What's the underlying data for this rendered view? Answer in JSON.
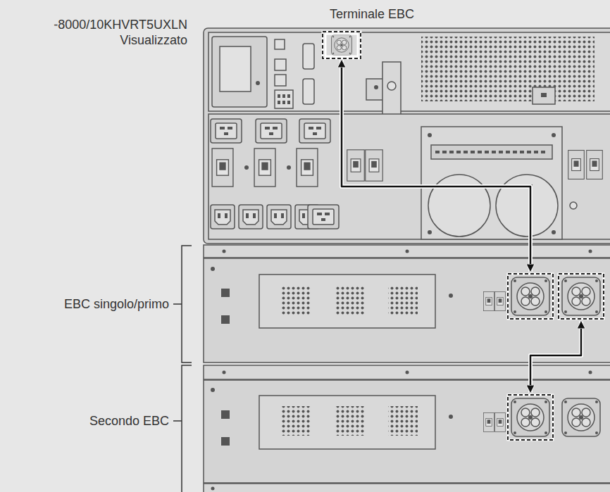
{
  "diagram": {
    "nodes": [
      {
        "text": [
          "Terminale EBC"
        ]
      },
      {
        "text": [
          "EBC singolo/primo"
        ]
      },
      {
        "text": [
          "Secondo EBC"
        ]
      }
    ],
    "edges": [
      {
        "from": 0,
        "to": 1,
        "arrow": "both"
      },
      {
        "from": 1,
        "to": 2,
        "arrow": "both"
      }
    ],
    "labels": [
      "-8000/10KHVRT5UXLN Visualizzato"
    ]
  }
}
